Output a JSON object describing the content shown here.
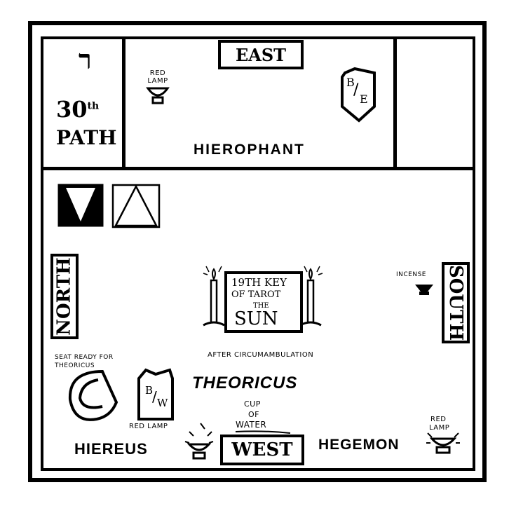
{
  "path": {
    "letter": "ר",
    "number": "30",
    "suffix": "th",
    "word": "PATH"
  },
  "east": {
    "label": "EAST",
    "officer": "HIEROPHANT",
    "lamp_label": "RED LAMP",
    "banner": [
      "B",
      "E"
    ]
  },
  "north": {
    "label": "NORTH"
  },
  "south": {
    "label": "SOUTH",
    "incense_label": "INCENSE"
  },
  "west": {
    "label": "WEST",
    "cup_label": [
      "CUP",
      "OF",
      "WATER"
    ]
  },
  "altar": {
    "line1": "19TH KEY",
    "line2": "OF TAROT",
    "line3": "THE",
    "line4": "SUN"
  },
  "note": "AFTER CIRCUMAMBULATION",
  "seat": {
    "label_line1": "SEAT READY FOR",
    "label_line2": "THEORICUS"
  },
  "theoricus": "THEORICUS",
  "hiereus": {
    "label": "HIEREUS",
    "lamp_label": "RED LAMP",
    "banner": [
      "B",
      "W"
    ]
  },
  "hegemon": {
    "label": "HEGEMON",
    "lamp_label": [
      "RED",
      "LAMP"
    ]
  }
}
